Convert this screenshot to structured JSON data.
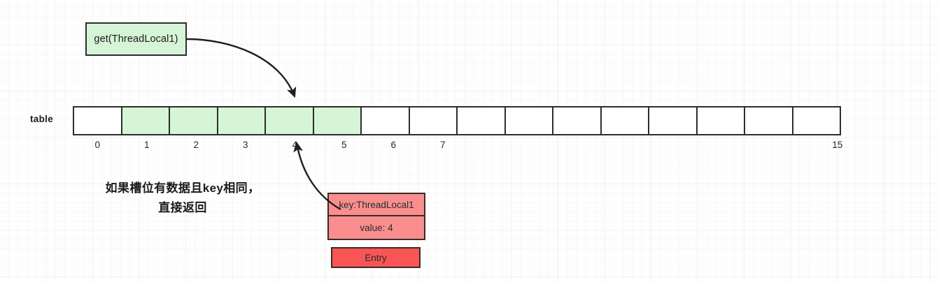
{
  "diagram": {
    "title_box": {
      "label": "get(ThreadLocal1)"
    },
    "table": {
      "label": "table",
      "slot_count": 16,
      "filled_slots": [
        1,
        2,
        3,
        4,
        5
      ],
      "indices": [
        "0",
        "1",
        "2",
        "3",
        "4",
        "5",
        "6",
        "7",
        "",
        "",
        "",
        "",
        "",
        "",
        "",
        "15"
      ]
    },
    "note": {
      "line1": "如果槽位有数据且key相同，",
      "line2": "直接返回"
    },
    "entry": {
      "key": "key:ThreadLocal1",
      "value": "value: 4",
      "footer": "Entry"
    },
    "colors": {
      "green_fill": "#d6f5d6",
      "box_border": "#2d2d2d",
      "entry_fill": "#fa8e8e",
      "entry_footer_fill": "#f95555",
      "entry_border": "#3a2a2a",
      "arrow": "#1f1f1f",
      "text": "#1b1b1b"
    }
  }
}
